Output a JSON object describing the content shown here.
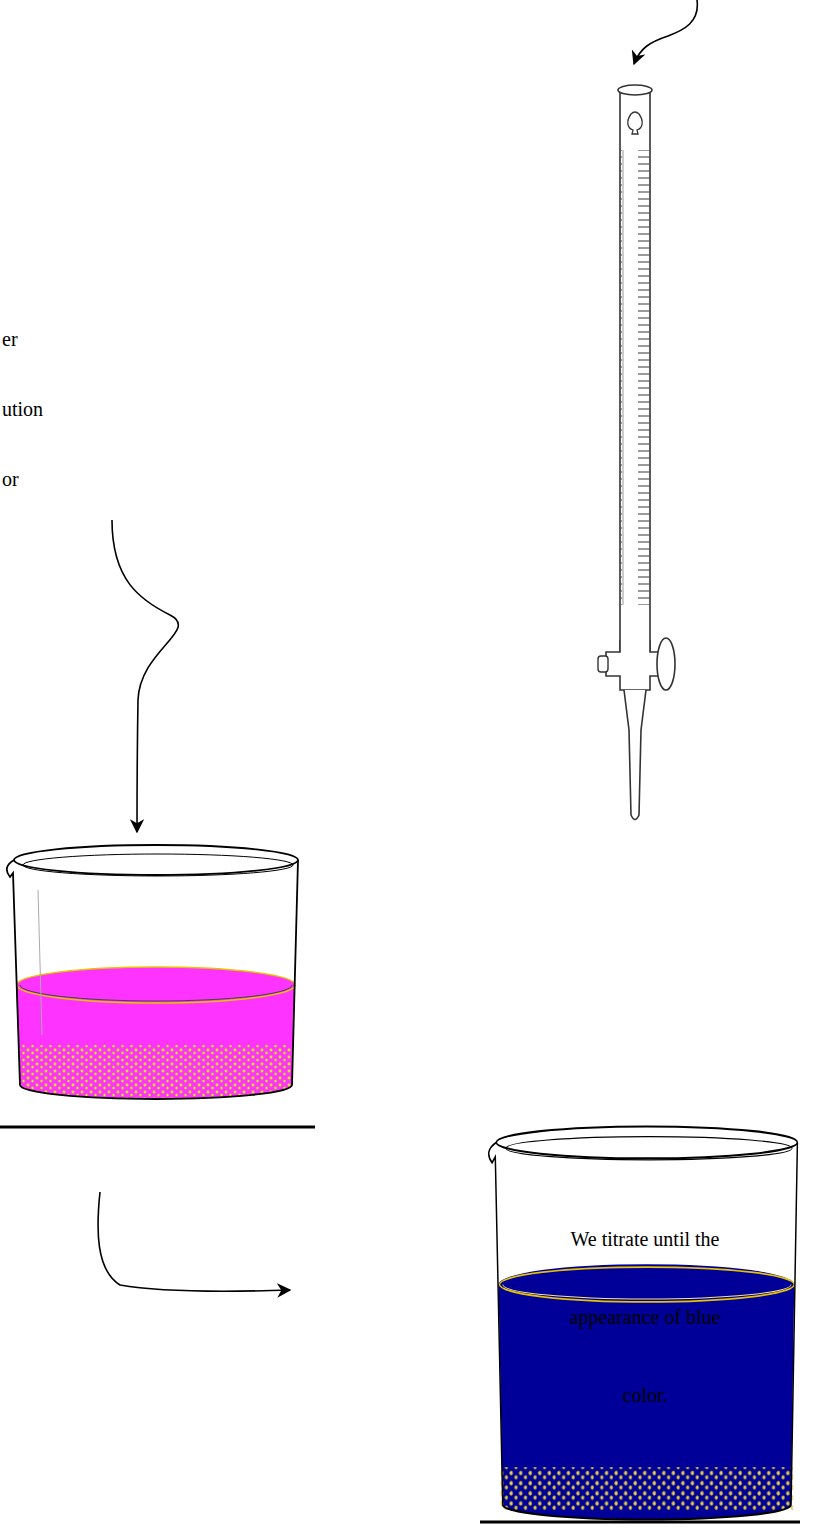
{
  "diagram": {
    "labels": [
      "er",
      "ution",
      "or",
      "We titrate until the appearance of blue color."
    ]
  }
}
